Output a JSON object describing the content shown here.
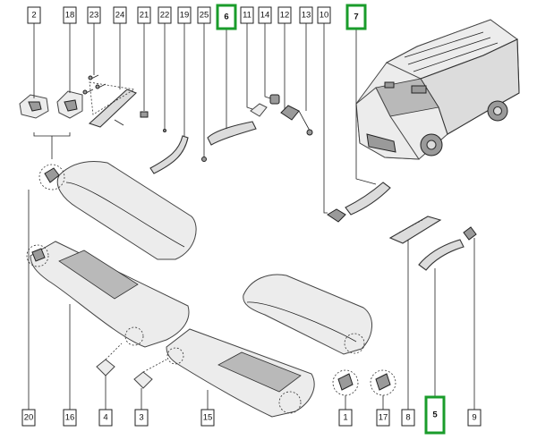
{
  "diagram": {
    "highlight_color": "#1a9c2b",
    "top_labels": [
      "2",
      "18",
      "23",
      "24",
      "21",
      "22",
      "19",
      "25",
      "6",
      "11",
      "14",
      "12",
      "13",
      "10",
      "7"
    ],
    "bottom_labels": [
      "20",
      "16",
      "4",
      "3",
      "15",
      "1",
      "17",
      "8",
      "5",
      "9"
    ],
    "highlighted_labels": [
      "6",
      "7",
      "5"
    ]
  }
}
